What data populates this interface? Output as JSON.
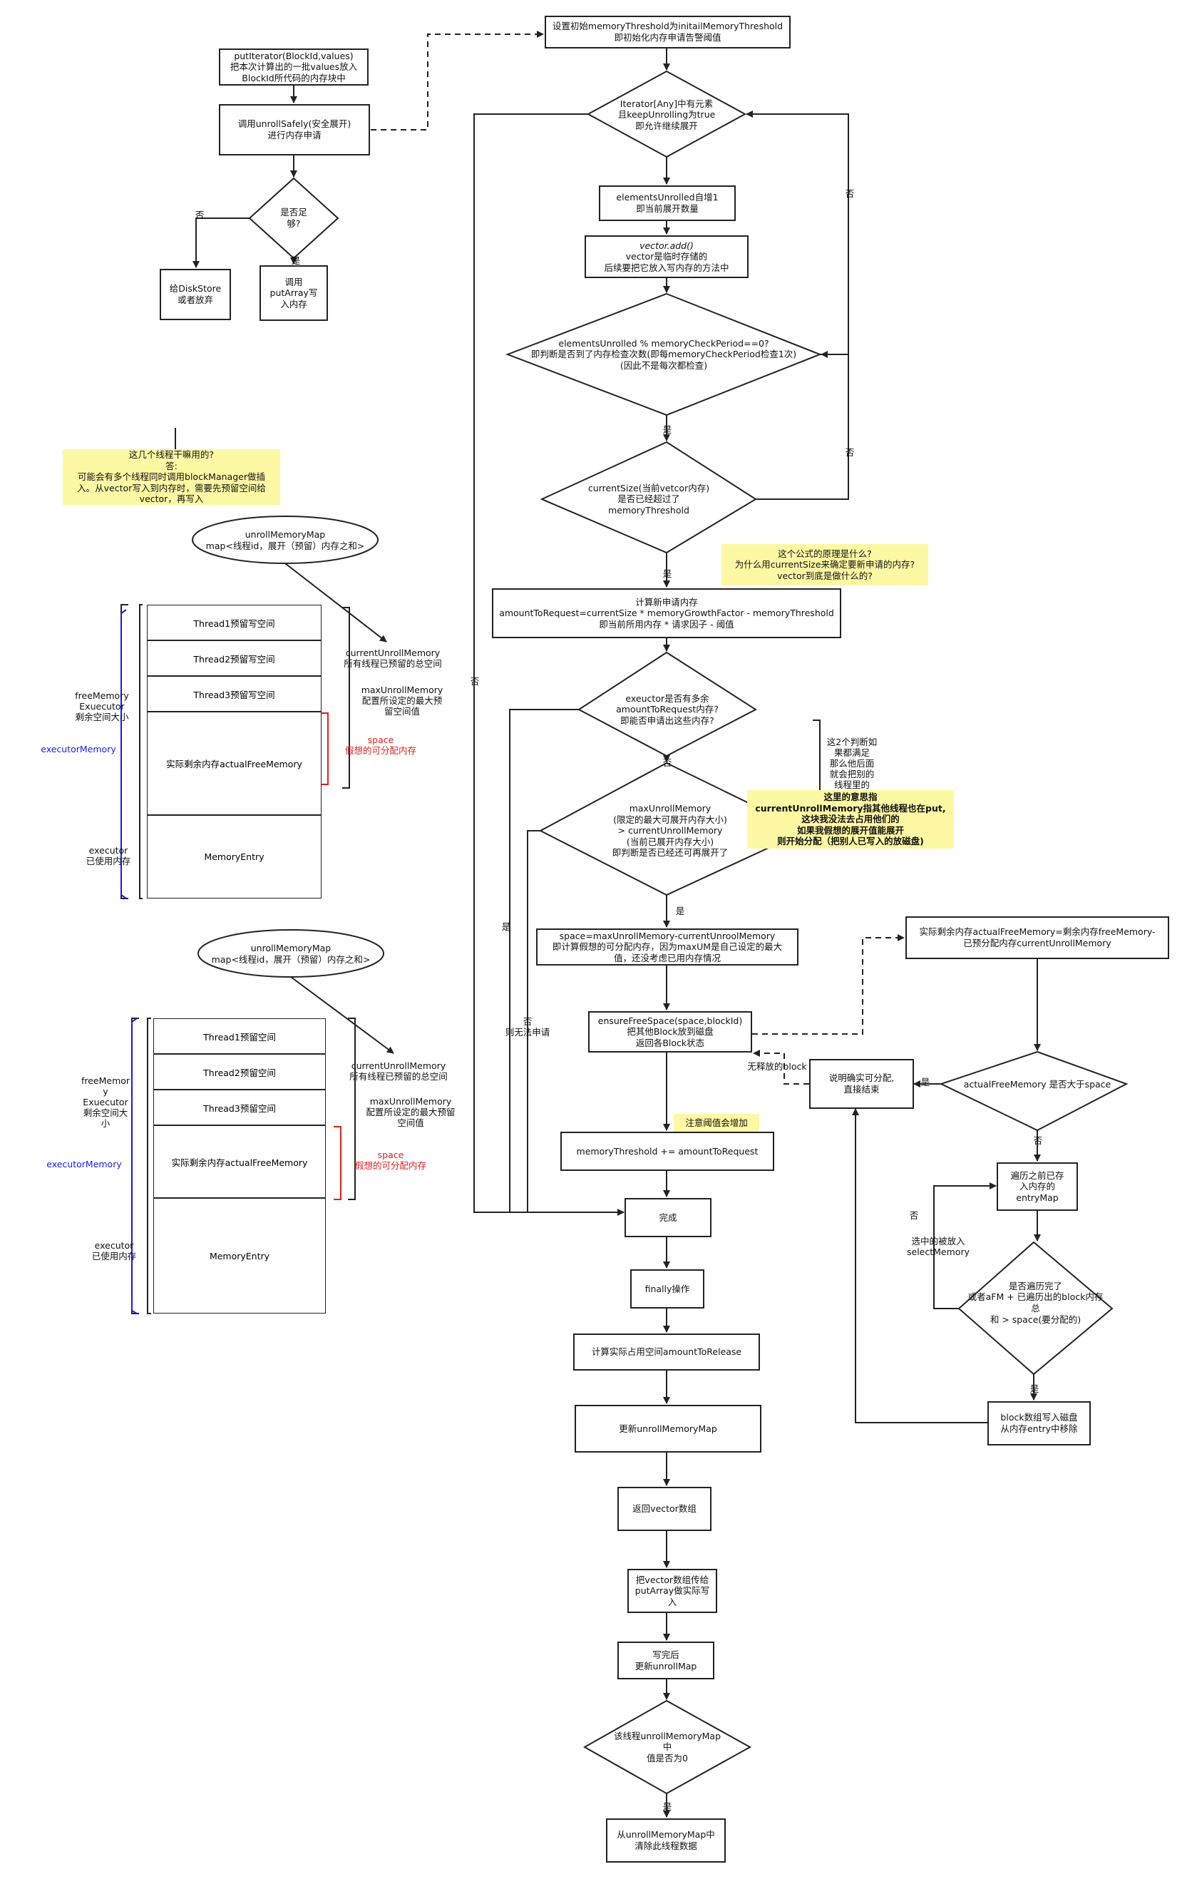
{
  "colors": {
    "line": "#222222",
    "note": "#fdf8a3",
    "red": "#e0201f",
    "blue": "#1a1aef"
  },
  "left": {
    "putIterator": "putIterator(BlockId,values)\n把本次计算出的一批values放入\nBlockId所代码的内存块中",
    "unrollSafely": "调用unrollSafely(安全展开)\n进行内存申请",
    "enough": "是否足够?",
    "no_label": "否",
    "yes_label": "是",
    "diskstore": "给DiskStore\n或者放弃",
    "putArray": "调用\nputArray写\n入内存",
    "question_note": "这几个线程干嘛用的?\n答:\n可能会有多个线程同时调用blockManager做插\n入。从vector写入到内存时，需要先预留空间给\nvector，再写入"
  },
  "mem1": {
    "ellipse": "unrollMemoryMap\nmap<线程id，展开（预留）内存之和>",
    "thread1": "Thread1预留写空间",
    "thread2": "Thread2预留写空间",
    "thread3": "Thread3预留写空间",
    "actual": "实际剩余内存actualFreeMemory",
    "entry": "MemoryEntry",
    "freeMemory": "freeMemory\nExuecutor\n剩余空间大小",
    "executorMemory": "executorMemory",
    "executorUsed": "executor\n已使用内存",
    "currentUnroll": "currentUnrollMemory\n所有线程已预留的总空间",
    "maxUnroll": "maxUnrollMemory\n配置所设定的最大预\n留空间值",
    "space": "space\n假想的可分配内存"
  },
  "mem2": {
    "ellipse": "unrollMemoryMap\nmap<线程id，展开（预留）内存之和>",
    "thread1": "Thread1预留空间",
    "thread2": "Thread2预留空间",
    "thread3": "Thread3预留空间",
    "actual": "实际剩余内存actualFreeMemory",
    "entry": "MemoryEntry",
    "freeMemory": "freeMemor\ny\nExuecutor\n剩余空间大\n小",
    "executorMemory": "executorMemory",
    "executorUsed": "executor\n已使用内存",
    "currentUnroll": "currentUnrollMemory\n所有线程已预留的总空间",
    "maxUnroll": "maxUnrollMemory\n配置所设定的最大预留\n空间值",
    "space": "space\n假想的可分配内存"
  },
  "main": {
    "init": "设置初始memoryThreshold为initailMemoryThreshold\n即初始化内存申请告警阈值",
    "iterator": "Iterator[Any]中有元素\n且keepUnrolling为true\n即允许继续展开",
    "elementsUnrolled": "elementsUnrolled自增1\n即当前展开数量",
    "vectorAdd_title": "vector.add()",
    "vectorAdd_body": "vector是临时存储的\n后续要把它放入写内存的方法中",
    "checkPeriod": "elementsUnrolled % memoryCheckPeriod==0?\n即判断是否到了内存检查次数(即每memoryCheckPeriod检查1次)\n(因此不是每次都检查)",
    "currentSize": "currentSize(当前vetcor内存)\n是否已经超过了\nmemoryThreshold",
    "formula_note": "这个公式的原理是什么?\n为什么用currentSize来确定要新申请的内存?\nvector到底是做什么的?",
    "amountToRequest": "计算新申请内存\namountToRequest=currentSize * memoryGrowthFactor - memoryThreshold\n即当前所用内存 * 请求因子 - 阈值",
    "executorEnough": "exeuctor是否有多余\namountToRequest内存?\n即能否申请出这些内存?",
    "maxUnroll": "maxUnrollMemory\n(限定的最大可展开内存大小)\n> currentUnrollMemory\n(当前已展开内存大小)\n即判断是否已经还可再展开了",
    "two_judge": "这2个判断如\n果都满足\n那么他后面\n就会把别的\n线程里的",
    "meaning_note": "这里的意思指\ncurrentUnrollMemory指其他线程也在put,\n这块我没法去占用他们的\n如果我假想的展开值能展开\n则开始分配（把别人已写入的放磁盘)",
    "space": "space=maxUnrollMemory-currentUnroolMemory\n即计算假想的可分配内存，因为maxUM是自己设定的最大\n值，还没考虑已用内存情况",
    "ensureFreeSpace": "ensureFreeSpace(space,blockId)\n把其他Block放到磁盘\n返回各Block状态",
    "threshold_note": "注意阈值会增加",
    "memoryThreshold": "memoryThreshold += amountToRequest",
    "done": "完成",
    "finally": "finally操作",
    "amountToRelease": "计算实际占用空间amountToRelease",
    "updateMap": "更新unrollMemoryMap",
    "returnVector": "返回vector数组",
    "passVector": "把vector数组传给\nputArray做实际写\n入",
    "afterWrite": "写完后\n更新unrollMap",
    "threadZero": "该线程unrollMemoryMap中\n值是否为0",
    "remove": "从unrollMemoryMap中\n清除此线程数据",
    "lbl_no": "否",
    "lbl_yes": "是",
    "lbl_no_cannot": "否\n则无法申请"
  },
  "right": {
    "actualFree": "实际剩余内存actualFreeMemory=剩余内存freeMemory-\n已预分配内存currentUnrollMemory",
    "compare": "actualFreeMemory 是否大于space",
    "noRelease": "说明确实可分配,\n直接结束",
    "noRelease_lbl": "无释放的block",
    "traverse": "遍历之前已存\n入内存的\nentryMap",
    "selected": "选中的被放入\nselectMemory",
    "traversed": "是否遍历完了\n或者aFM + 已遍历出的block内存总\n和 > space(要分配的)",
    "writeDisk": "block数组写入磁盘\n从内存entry中移除",
    "lbl_yes": "是",
    "lbl_no": "否"
  }
}
